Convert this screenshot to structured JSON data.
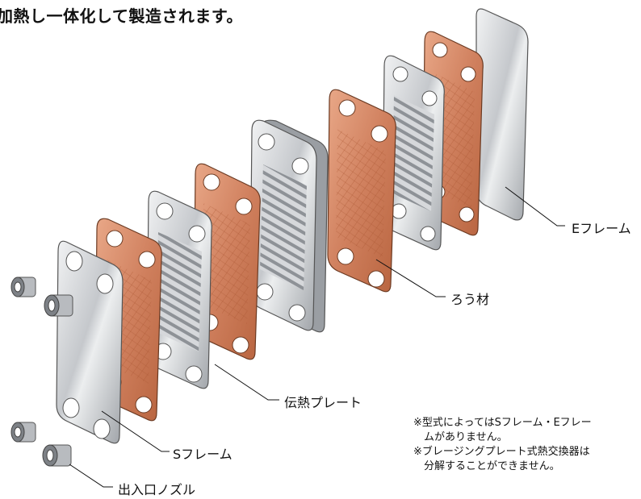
{
  "caption": "加熱し一体化して製造されます。",
  "labels": {
    "e_frame": "Eフレーム",
    "brazing_material": "ろう材",
    "heat_transfer_plate": "伝熱プレート",
    "s_frame": "Sフレーム",
    "nozzles": "出入口ノズル"
  },
  "notes": [
    "※型式によってはSフレーム・Eフレー",
    "　ムがありません。",
    "※ブレージングプレート式熱交換器は",
    "　分解することができません。"
  ],
  "colors": {
    "copper": "#d98a6a",
    "copper_dark": "#b3623f",
    "steel": "#c9ccd0",
    "steel_dark": "#8d9196"
  }
}
